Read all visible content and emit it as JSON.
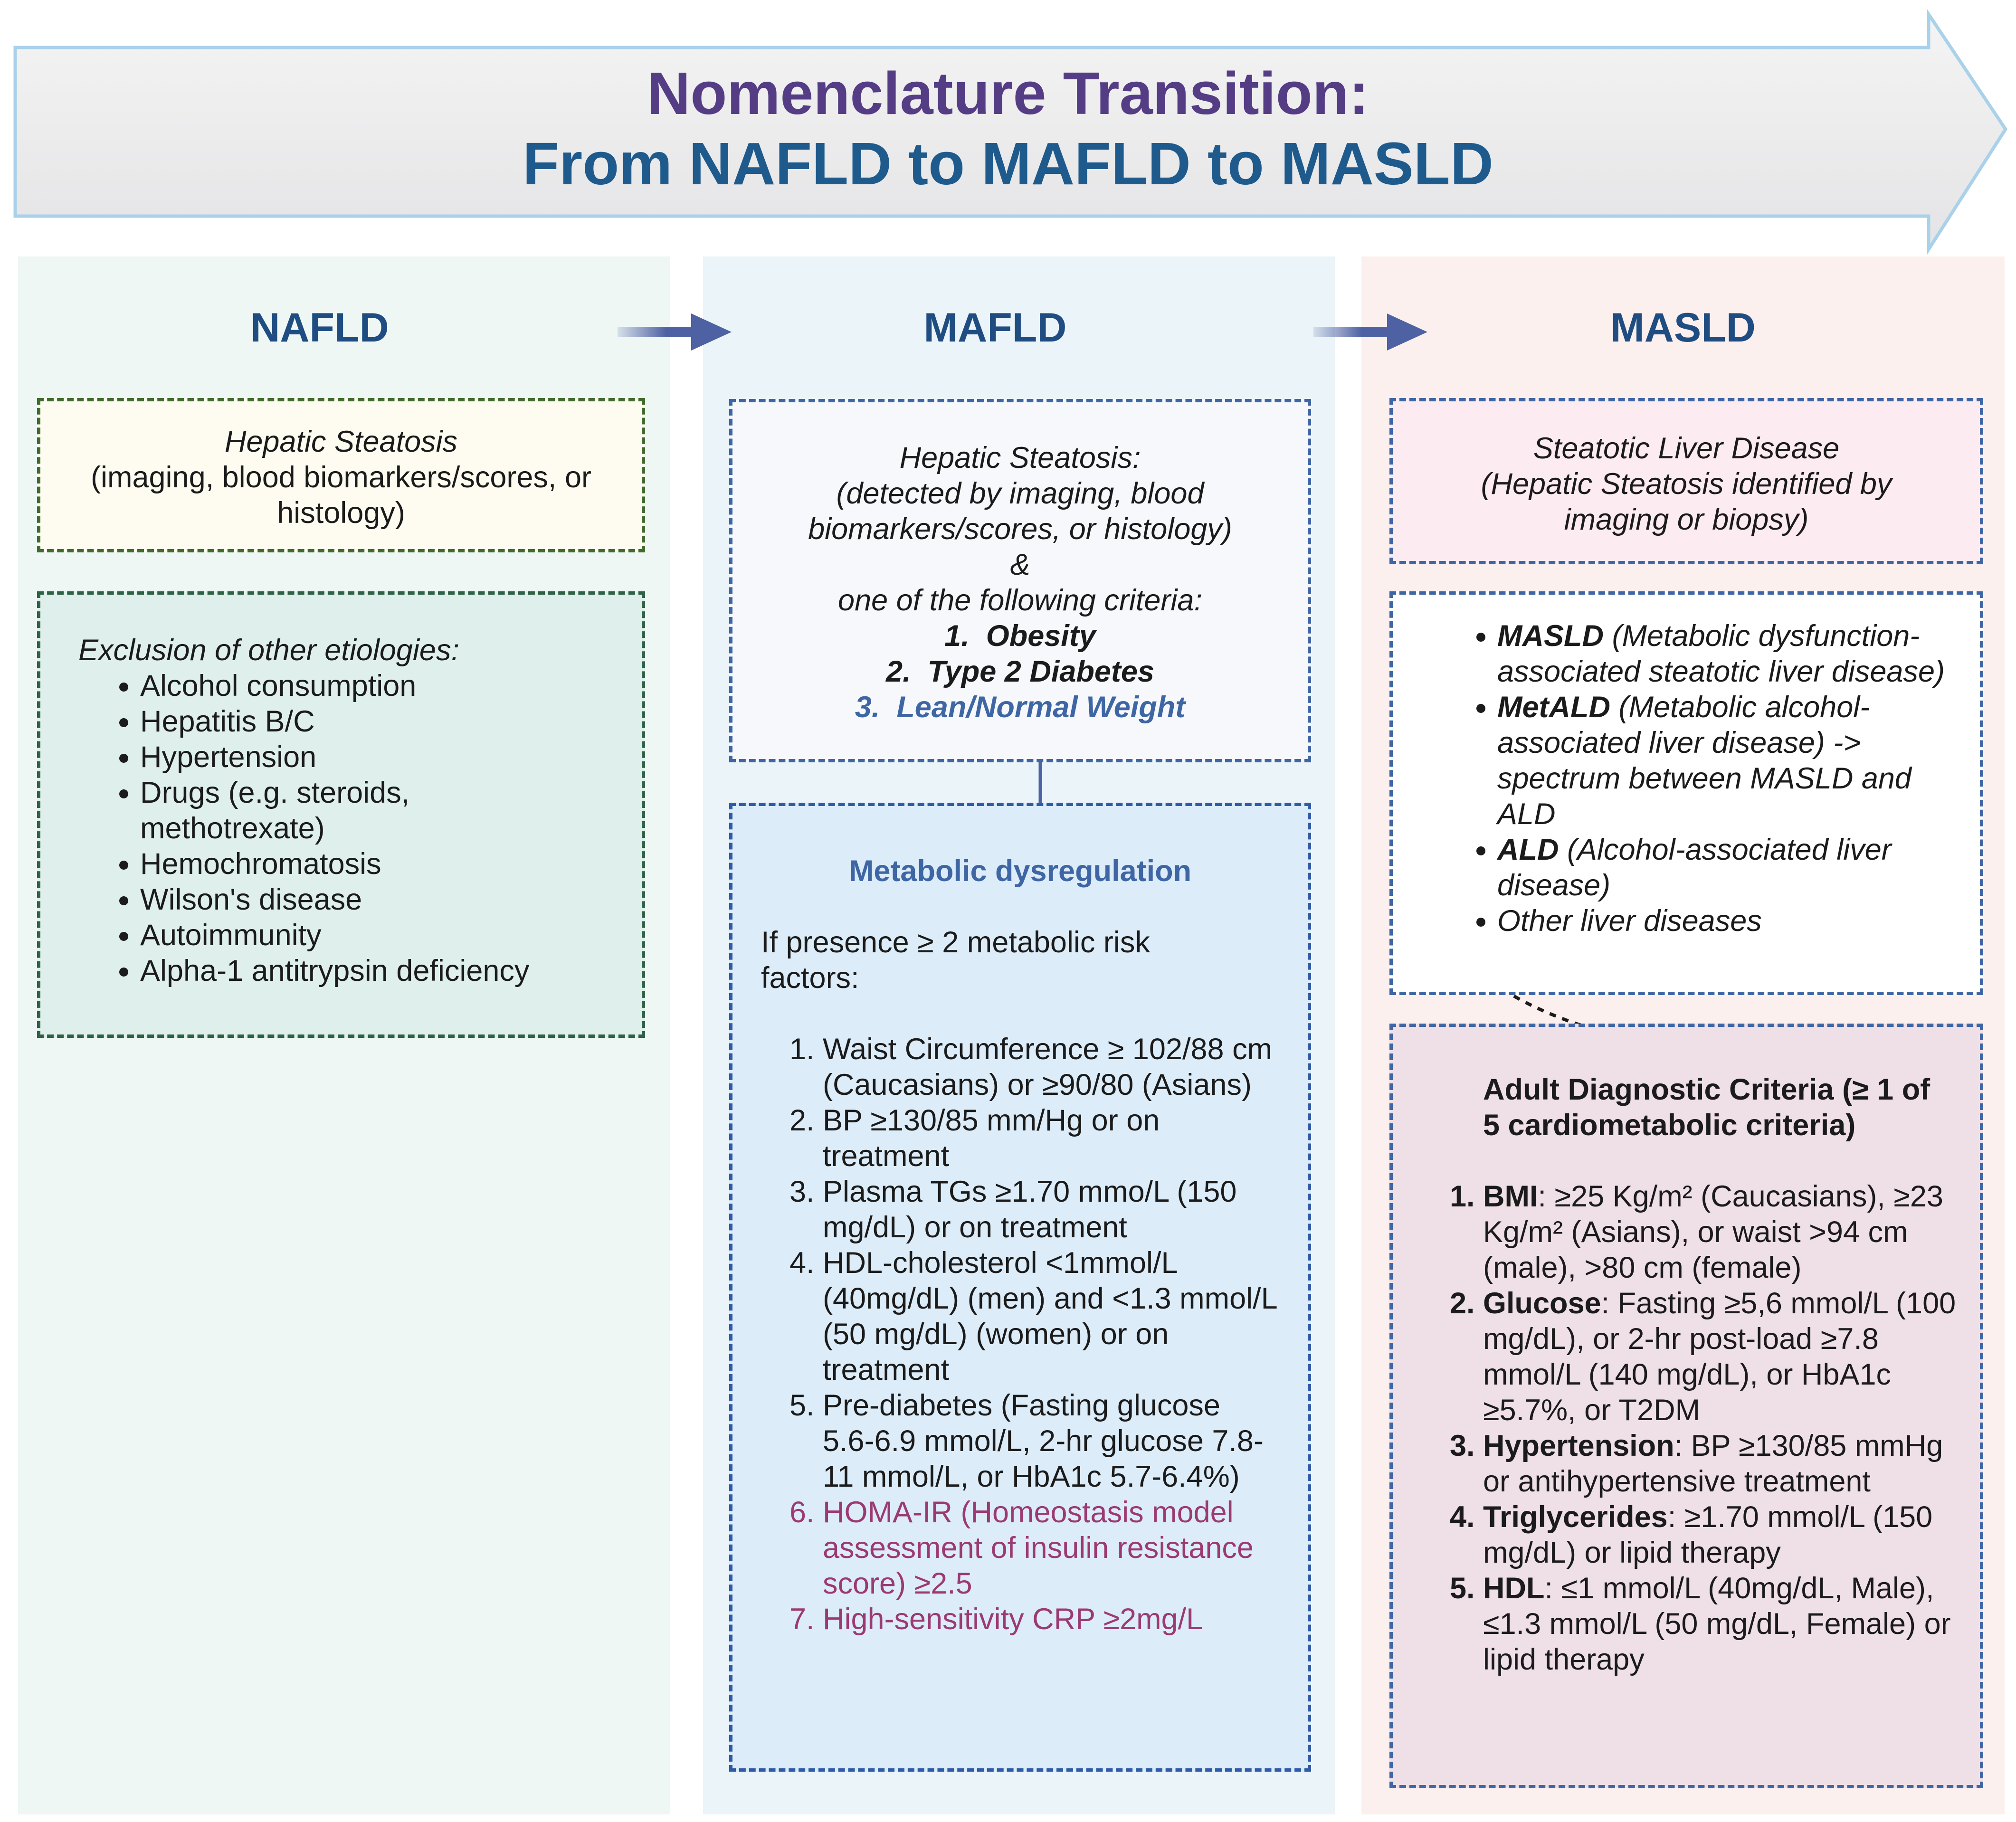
{
  "title": {
    "line1": "Nomenclature Transition:",
    "line2": "From NAFLD to MAFLD to MASLD"
  },
  "colors": {
    "title_purple": "#553d85",
    "title_blue": "#1f5a8c",
    "header_blue": "#1f4d82",
    "arrow_blue": "#4e62a3",
    "highlight_pink": "#9b3a72"
  },
  "nafld": {
    "header": "NAFLD",
    "box1": {
      "line1": "Hepatic Steatosis",
      "line2": "(imaging, blood biomarkers/scores, or",
      "line3": "histology)"
    },
    "box2": {
      "heading": "Exclusion of other etiologies:",
      "items": [
        "Alcohol consumption",
        "Hepatitis B/C",
        "Hypertension",
        "Drugs (e.g. steroids, methotrexate)",
        "Hemochromatosis",
        "Wilson's disease",
        "Autoimmunity",
        "Alpha-1 antitrypsin deficiency"
      ]
    }
  },
  "mafld": {
    "header": "MAFLD",
    "box1": {
      "line1": "Hepatic Steatosis:",
      "line2": "(detected by imaging, blood",
      "line3": "biomarkers/scores, or histology)",
      "line4": "&",
      "line5": "one of the following criteria:",
      "criteria": [
        "Obesity",
        "Type 2 Diabetes",
        "Lean/Normal Weight"
      ]
    },
    "box2": {
      "title": "Metabolic dysregulation",
      "intro": "If presence ≥ 2 metabolic risk factors:",
      "items": [
        "Waist Circumference ≥ 102/88 cm (Caucasians)  or ≥90/80 (Asians)",
        "BP ≥130/85 mm/Hg or on treatment",
        "Plasma TGs ≥1.70 mmo/L (150 mg/dL) or on treatment",
        " HDL-cholesterol <1mmol/L (40mg/dL) (men) and <1.3 mmol/L (50 mg/dL) (women) or on treatment",
        "Pre-diabetes (Fasting glucose 5.6-6.9 mmol/L, 2-hr glucose 7.8-11 mmol/L, or HbA1c 5.7-6.4%)",
        "HOMA-IR (Homeostasis model assessment of insulin resistance score) ≥2.5",
        "High-sensitivity CRP ≥2mg/L"
      ]
    }
  },
  "masld": {
    "header": "MASLD",
    "box1": {
      "line1": "Steatotic Liver Disease",
      "line2": "(Hepatic Steatosis identified by",
      "line3": "imaging or biopsy)"
    },
    "box2": {
      "items": [
        {
          "term": "MASLD",
          "desc": " (Metabolic dysfunction-associated steatotic liver disease)"
        },
        {
          "term": "MetALD",
          "desc": " (Metabolic alcohol-associated liver disease) -> spectrum between MASLD and ALD"
        },
        {
          "term": "ALD",
          "desc": " (Alcohol-associated liver disease)"
        },
        {
          "term": "",
          "desc": "Other liver diseases"
        }
      ]
    },
    "box3": {
      "title": "Adult Diagnostic Criteria (≥ 1 of 5 cardiometabolic criteria)",
      "items": [
        {
          "term": "BMI",
          "desc": ": ≥25 Kg/m² (Caucasians), ≥23 Kg/m² (Asians), or waist >94 cm (male),  >80 cm (female)"
        },
        {
          "term": "Glucose",
          "desc": ": Fasting ≥5,6 mmol/L (100 mg/dL), or 2-hr post-load ≥7.8 mmol/L (140 mg/dL), or HbA1c ≥5.7%, or T2DM"
        },
        {
          "term": "Hypertension",
          "desc": ": BP ≥130/85 mmHg or antihypertensive treatment"
        },
        {
          "term": "Triglycerides",
          "desc": ": ≥1.70 mmol/L (150 mg/dL) or lipid therapy"
        },
        {
          "term": "HDL",
          "desc": ": ≤1 mmol/L (40mg/dL, Male), ≤1.3 mmol/L (50 mg/dL, Female) or lipid therapy"
        }
      ]
    }
  }
}
